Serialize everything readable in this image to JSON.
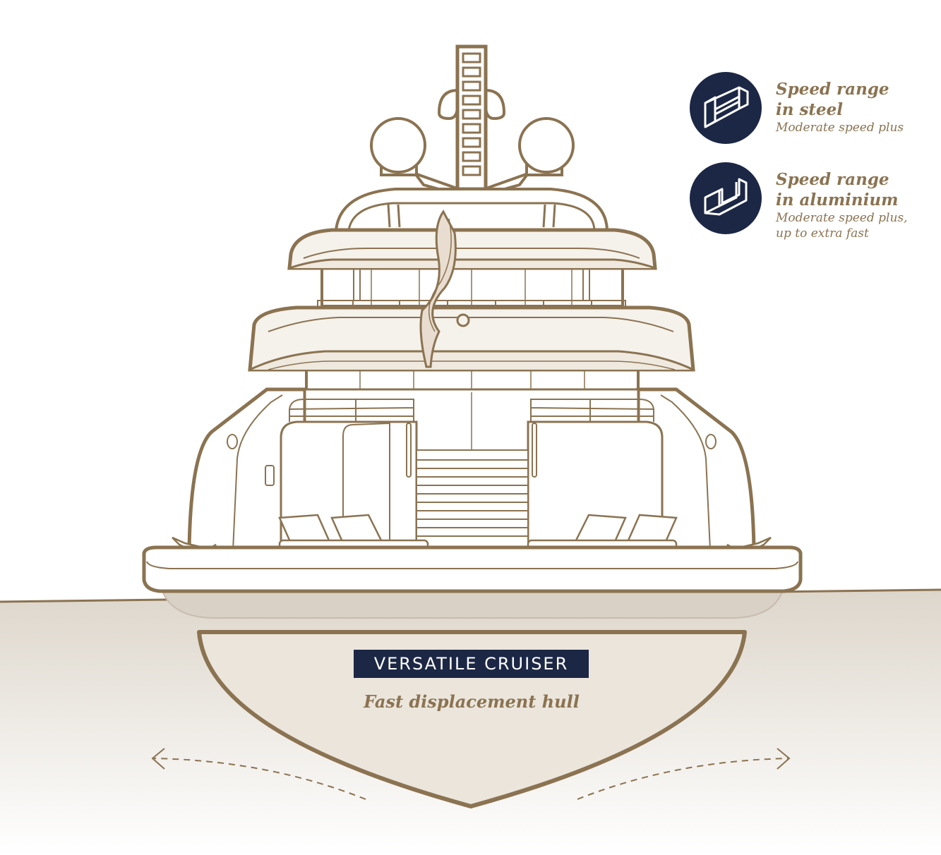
{
  "legend": [
    {
      "icon": "steel-i-beam-icon",
      "title": "Speed range\nin steel",
      "description": "Moderate speed plus"
    },
    {
      "icon": "aluminium-channel-icon",
      "title": "Speed range\nin aluminium",
      "description": "Moderate speed plus,\nup to extra fast"
    }
  ],
  "hull": {
    "label": "VERSATILE CRUISER",
    "subtitle": "Fast displacement hull"
  },
  "colors": {
    "outline": "#8b7351",
    "navy": "#1c2745",
    "fill": "#f5f1eb",
    "water_top": "#ddd6cb"
  }
}
